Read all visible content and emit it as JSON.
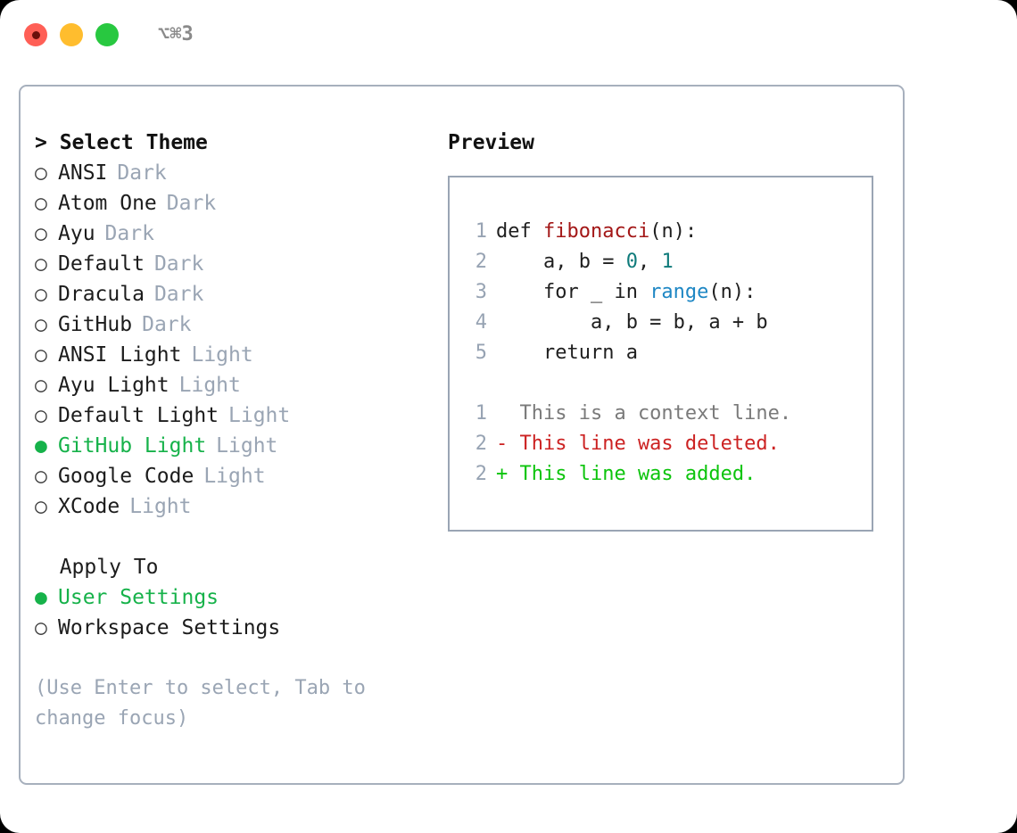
{
  "titlebar": {
    "lights": [
      {
        "name": "close",
        "color": "#ff5f56"
      },
      {
        "name": "minimize",
        "color": "#ffbd2e"
      },
      {
        "name": "maximize",
        "color": "#28c840"
      }
    ],
    "shortcut": "⌥⌘3"
  },
  "theme_section": {
    "header": "> Select Theme",
    "options": [
      {
        "marker": "○",
        "label": "ANSI",
        "tag": "Dark",
        "selected": false
      },
      {
        "marker": "○",
        "label": "Atom One",
        "tag": "Dark",
        "selected": false
      },
      {
        "marker": "○",
        "label": "Ayu",
        "tag": "Dark",
        "selected": false
      },
      {
        "marker": "○",
        "label": "Default",
        "tag": "Dark",
        "selected": false
      },
      {
        "marker": "○",
        "label": "Dracula",
        "tag": "Dark",
        "selected": false
      },
      {
        "marker": "○",
        "label": "GitHub",
        "tag": "Dark",
        "selected": false
      },
      {
        "marker": "○",
        "label": "ANSI Light",
        "tag": "Light",
        "selected": false
      },
      {
        "marker": "○",
        "label": "Ayu Light",
        "tag": "Light",
        "selected": false
      },
      {
        "marker": "○",
        "label": "Default Light",
        "tag": "Light",
        "selected": false
      },
      {
        "marker": "●",
        "label": "GitHub Light",
        "tag": "Light",
        "selected": true
      },
      {
        "marker": "○",
        "label": "Google Code",
        "tag": "Light",
        "selected": false
      },
      {
        "marker": "○",
        "label": "XCode",
        "tag": "Light",
        "selected": false
      }
    ]
  },
  "apply_section": {
    "header": "  Apply To",
    "options": [
      {
        "marker": "●",
        "label": "User Settings",
        "tag": "",
        "selected": true
      },
      {
        "marker": "○",
        "label": "Workspace Settings",
        "tag": "",
        "selected": false
      }
    ]
  },
  "hint": "(Use Enter to select, Tab to change focus)",
  "preview": {
    "title": "Preview",
    "code_lines": [
      {
        "lineno": "1",
        "tokens": [
          {
            "text": "def ",
            "type": "plain"
          },
          {
            "text": "fibonacci",
            "type": "fn"
          },
          {
            "text": "(n):",
            "type": "plain"
          }
        ]
      },
      {
        "lineno": "2",
        "tokens": [
          {
            "text": "    a, b = ",
            "type": "plain"
          },
          {
            "text": "0",
            "type": "num"
          },
          {
            "text": ", ",
            "type": "plain"
          },
          {
            "text": "1",
            "type": "num"
          }
        ]
      },
      {
        "lineno": "3",
        "tokens": [
          {
            "text": "    for _ in ",
            "type": "plain"
          },
          {
            "text": "range",
            "type": "builtin"
          },
          {
            "text": "(n):",
            "type": "plain"
          }
        ]
      },
      {
        "lineno": "4",
        "tokens": [
          {
            "text": "        a, b = b, a + b",
            "type": "plain"
          }
        ]
      },
      {
        "lineno": "5",
        "tokens": [
          {
            "text": "    return a",
            "type": "plain"
          }
        ]
      }
    ],
    "diff_lines": [
      {
        "lineno": "1",
        "text": "  This is a context line.",
        "kind": "context"
      },
      {
        "lineno": "2",
        "text": "- This line was deleted.",
        "kind": "del"
      },
      {
        "lineno": "2",
        "text": "+ This line was added.",
        "kind": "add"
      }
    ]
  },
  "colors": {
    "accent_green": "#16b24a",
    "diff_add": "#0cc40c",
    "diff_del": "#cc2222",
    "muted": "#9aa5b4",
    "border": "#a7b0bd",
    "fn": "#a31717",
    "num": "#0f7b7b",
    "builtin": "#1e87c4"
  }
}
